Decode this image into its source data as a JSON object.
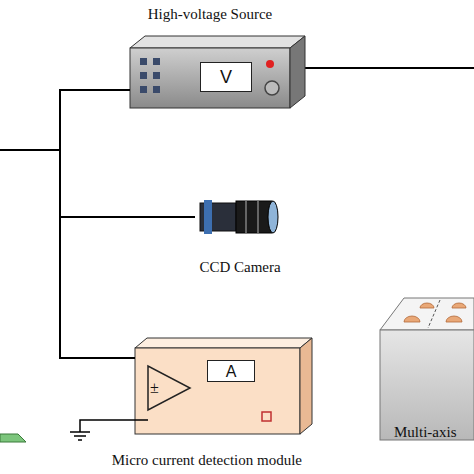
{
  "diagram": {
    "nodes": [
      {
        "text": [
          "High-voltage Source"
        ]
      },
      {
        "text": [
          "V"
        ],
        "in": 0
      },
      {
        "text": [
          "CCD Camera"
        ]
      },
      {
        "text": [
          "Micro current detection module"
        ]
      },
      {
        "text": [
          "±"
        ],
        "in": 3
      },
      {
        "text": [
          "A"
        ],
        "in": 3
      },
      {
        "text": [
          "Multi-axis"
        ]
      }
    ],
    "edges": [
      {
        "from": 0,
        "to": 2,
        "arrow": "none"
      },
      {
        "from": 0,
        "to": 3,
        "arrow": "none"
      }
    ]
  }
}
